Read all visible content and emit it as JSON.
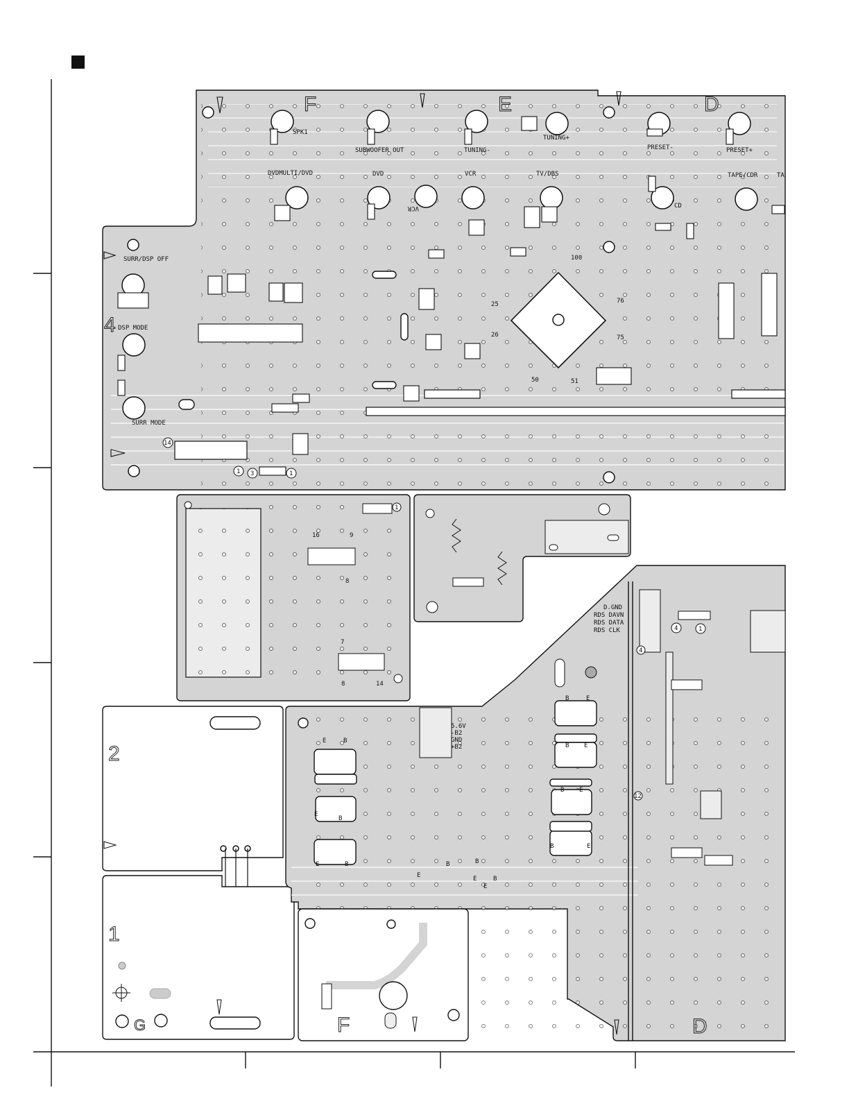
{
  "colors": {
    "copper": "#d4d4d4",
    "outline": "#111111",
    "background": "#ffffff"
  },
  "section_letters": {
    "f_top": "F",
    "e_top": "E",
    "d_top": "D",
    "num_4": "4",
    "num_2": "2",
    "num_1": "1",
    "f_bottom": "F",
    "d_bottom": "D",
    "g": "G"
  },
  "labels": {
    "spk1": "SPK1",
    "subwoofer_out": "SUBWOOFER OUT",
    "tuning_minus": "TUNING-",
    "tuning_plus": "TUNING+",
    "preset_minus": "PRESET-",
    "preset_plus": "PRESET+",
    "dvdmulti_dvd": "DVDMULTI/DVD",
    "dvd": "DVD",
    "vcr": "VCR",
    "vcr_rot": "VCR",
    "tv_dbs": "TV/DBS",
    "tape_cdr": "TAPE/CDR",
    "ta": "TA",
    "cd": "CD",
    "surr_dsp_off": "SURR/DSP OFF",
    "dsp_mode": "DSP MODE",
    "surr_mode": "SURR MODE",
    "rds": [
      "D.GND",
      "RDS DAVN",
      "RDS DATA",
      "RDS CLK"
    ],
    "power": [
      "5.6V",
      "-B2",
      "GND",
      "+B2"
    ]
  },
  "pins": {
    "p100": "100",
    "p76": "76",
    "p75": "75",
    "p25": "25",
    "p26": "26",
    "p50": "50",
    "p51": "51",
    "p14": "14",
    "p1a": "1",
    "p3": "3",
    "p1b": "1",
    "p16": "16",
    "p9": "9",
    "p8": "8",
    "p7": "7",
    "p1c": "1",
    "p14b": "14",
    "p8b": "8",
    "p4a": "4",
    "p1d": "1",
    "p4b": "4",
    "p12": "12"
  },
  "transistor_pins": [
    "E",
    "B",
    "E",
    "B",
    "E",
    "B",
    "B",
    "E",
    "B",
    "E",
    "B",
    "E",
    "B",
    "E",
    "B",
    "E",
    "B",
    "E",
    "B",
    "E"
  ]
}
